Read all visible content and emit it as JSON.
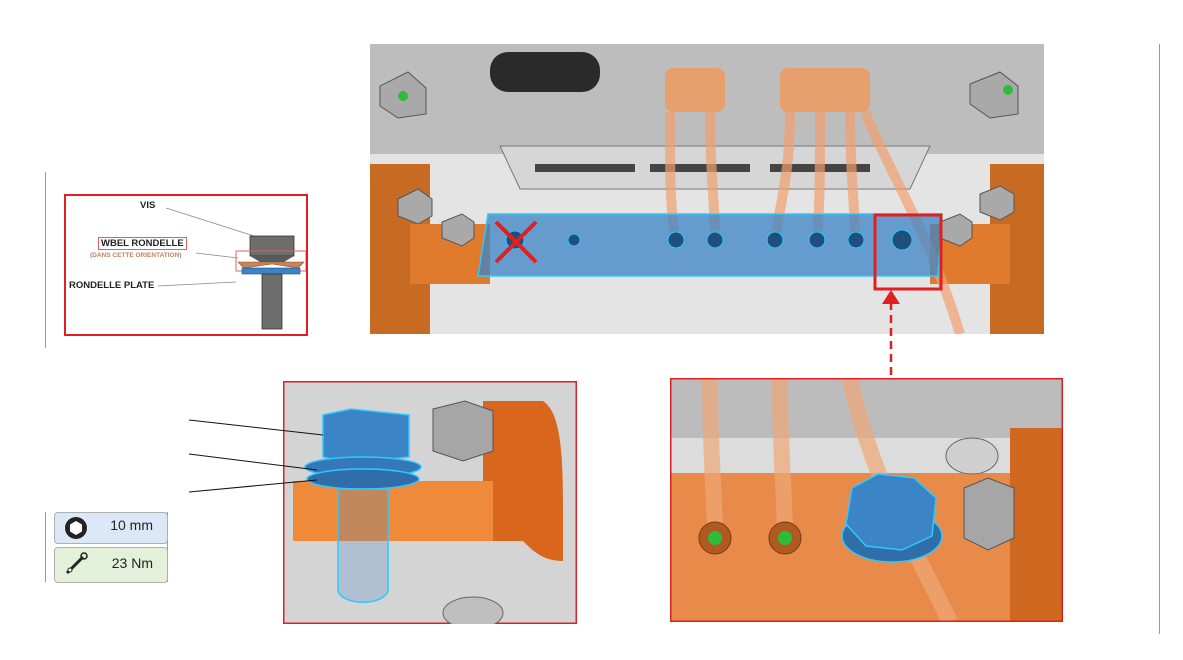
{
  "legend": {
    "screw_label": "VIS",
    "wbel_label": "WBEL RONDELLE",
    "wbel_note": "(DANS CETTE ORIENTATION)",
    "flat_washer_label": "RONDELLE PLATE"
  },
  "tools": [
    {
      "icon": "hex-socket-icon",
      "value": "10 mm",
      "color": "#dce8f7"
    },
    {
      "icon": "torque-wrench-icon",
      "value": "23 Nm",
      "color": "#e3f1da"
    }
  ],
  "colors": {
    "highlight_red": "#e02020",
    "part_blue": "#3b84c6",
    "copper_orange": "#e8782a"
  }
}
